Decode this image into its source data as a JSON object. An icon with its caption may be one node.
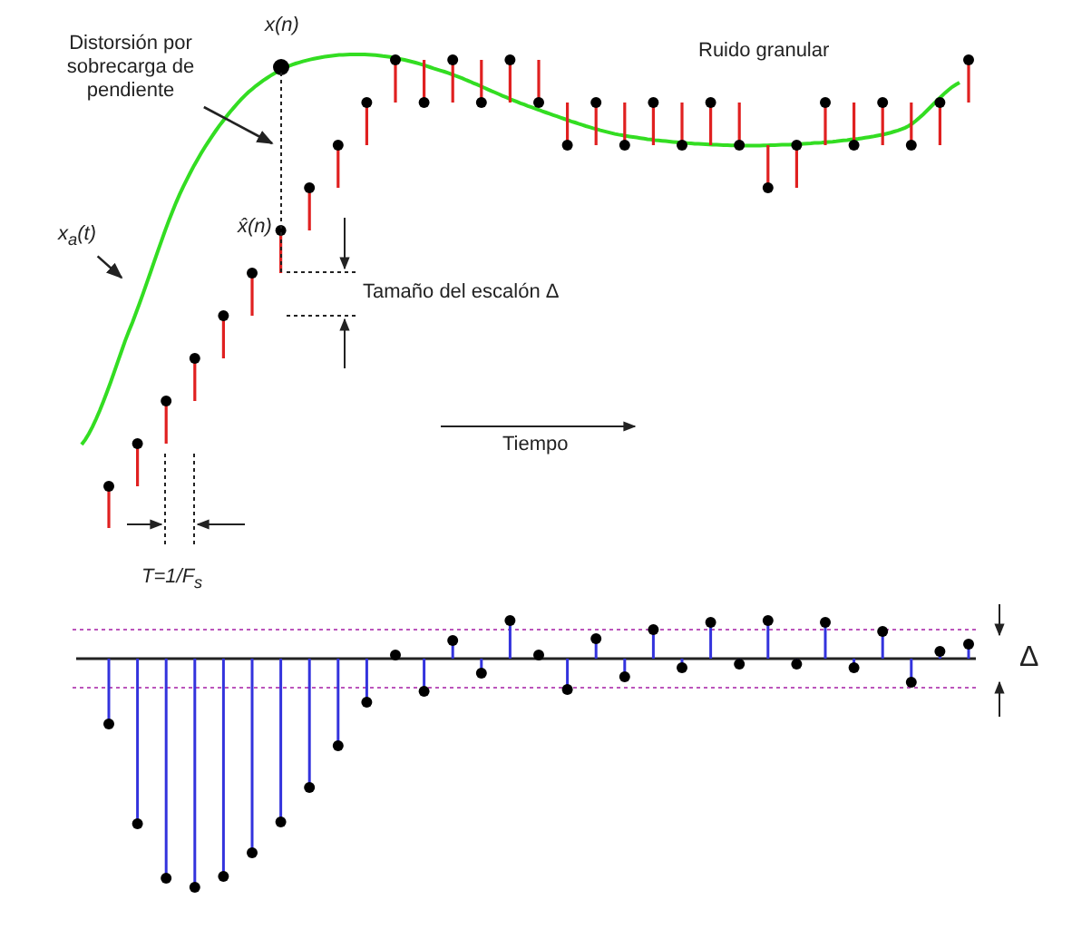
{
  "diagram": {
    "nodes": [
      {
        "text": [
          "Distorsión por sobrecarga de pendiente"
        ]
      },
      {
        "text": [
          "x$_{a}$(t)"
        ]
      }
    ],
    "edges": [
      {
        "from": 0,
        "to": null,
        "arrow": "to"
      },
      {
        "from": 1,
        "to": null,
        "arrow": "to"
      }
    ],
    "labels": [
      "x(n)",
      "Ruido granular",
      "x̂(n)",
      "Tamaño del escalón Δ",
      "Tiempo",
      "T=1/F$_{s}$",
      "Δ"
    ]
  }
}
